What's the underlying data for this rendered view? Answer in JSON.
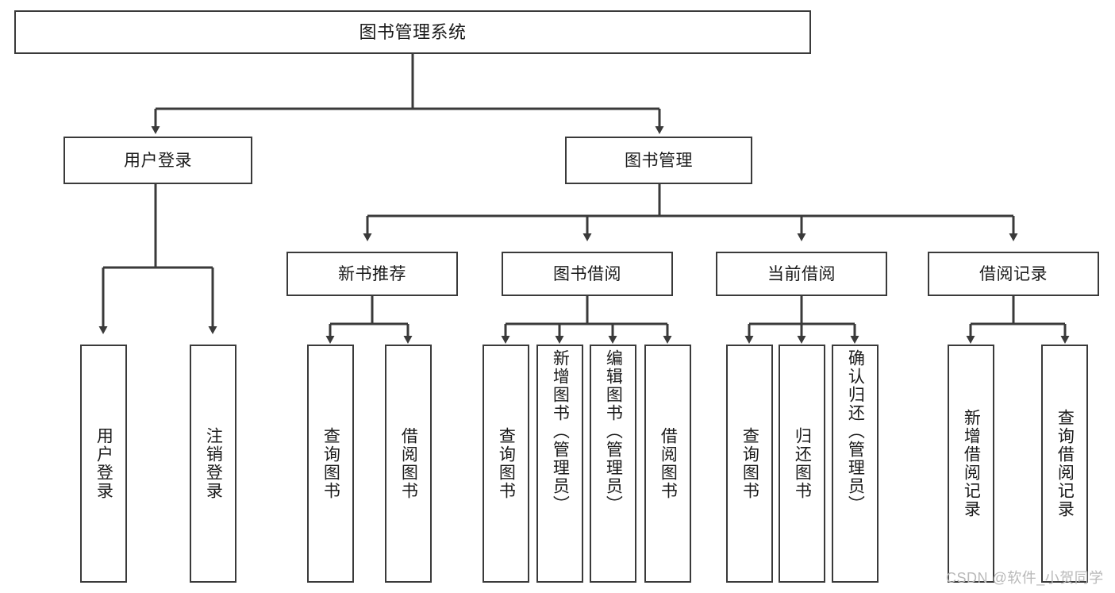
{
  "diagram": {
    "type": "tree-hierarchy",
    "root": {
      "label": "图书管理系统"
    },
    "level1": [
      {
        "label": "用户登录"
      },
      {
        "label": "图书管理"
      }
    ],
    "level2": [
      {
        "label": "新书推荐"
      },
      {
        "label": "图书借阅"
      },
      {
        "label": "当前借阅"
      },
      {
        "label": "借阅记录"
      }
    ],
    "leaves": {
      "user_login": [
        {
          "label": "用户登录"
        },
        {
          "label": "注销登录"
        }
      ],
      "new_book_recommend": [
        {
          "label": "查询图书"
        },
        {
          "label": "借阅图书"
        }
      ],
      "book_borrow": [
        {
          "label": "查询图书"
        },
        {
          "label": "新增图书（管理员）"
        },
        {
          "label": "编辑图书（管理员）"
        },
        {
          "label": "借阅图书"
        }
      ],
      "current_borrow": [
        {
          "label": "查询图书"
        },
        {
          "label": "归还图书"
        },
        {
          "label": "确认归还（管理员）"
        }
      ],
      "borrow_record": [
        {
          "label": "新增借阅记录"
        },
        {
          "label": "查询借阅记录"
        }
      ]
    }
  },
  "watermark": {
    "text": "CSDN @软件_小贺同学"
  },
  "colors": {
    "border": "#3a3a3a",
    "text": "#1a1a1a",
    "background": "#ffffff",
    "watermark": "#b9b9b9"
  }
}
